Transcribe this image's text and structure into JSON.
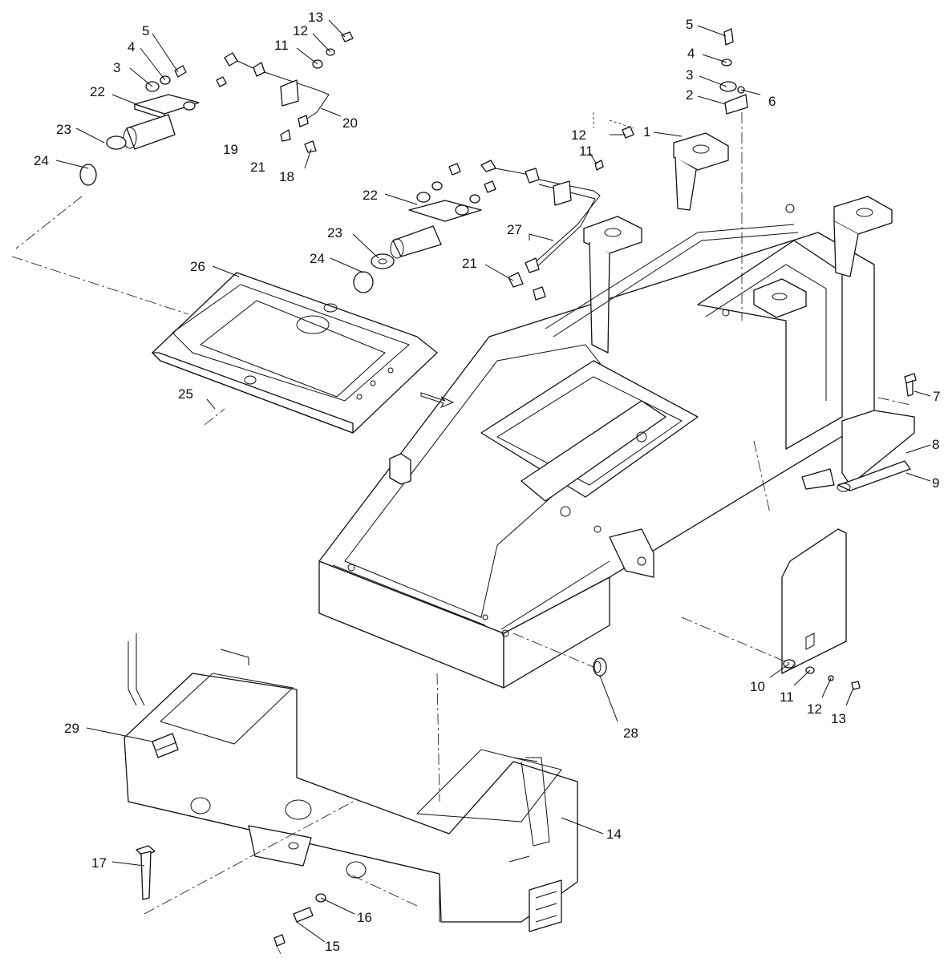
{
  "callouts": [
    {
      "text": "1"
    },
    {
      "text": "2"
    },
    {
      "text": "3"
    },
    {
      "text": "4"
    },
    {
      "text": "5"
    },
    {
      "text": "6"
    },
    {
      "text": "7"
    },
    {
      "text": "8"
    },
    {
      "text": "9"
    },
    {
      "text": "10"
    },
    {
      "text": "11"
    },
    {
      "text": "12"
    },
    {
      "text": "13"
    },
    {
      "text": "14"
    },
    {
      "text": "15"
    },
    {
      "text": "16"
    },
    {
      "text": "17"
    },
    {
      "text": "18"
    },
    {
      "text": "19"
    },
    {
      "text": "20"
    },
    {
      "text": "21"
    },
    {
      "text": "22"
    },
    {
      "text": "23"
    },
    {
      "text": "24"
    },
    {
      "text": "5"
    },
    {
      "text": "4"
    },
    {
      "text": "3"
    },
    {
      "text": "13"
    },
    {
      "text": "12"
    },
    {
      "text": "11"
    },
    {
      "text": "12"
    },
    {
      "text": "11"
    },
    {
      "text": "22"
    },
    {
      "text": "23"
    },
    {
      "text": "24"
    },
    {
      "text": "27"
    },
    {
      "text": "21"
    },
    {
      "text": "26"
    },
    {
      "text": "25"
    },
    {
      "text": "10"
    },
    {
      "text": "11"
    },
    {
      "text": "12"
    },
    {
      "text": "13"
    },
    {
      "text": "28"
    },
    {
      "text": "29"
    }
  ]
}
